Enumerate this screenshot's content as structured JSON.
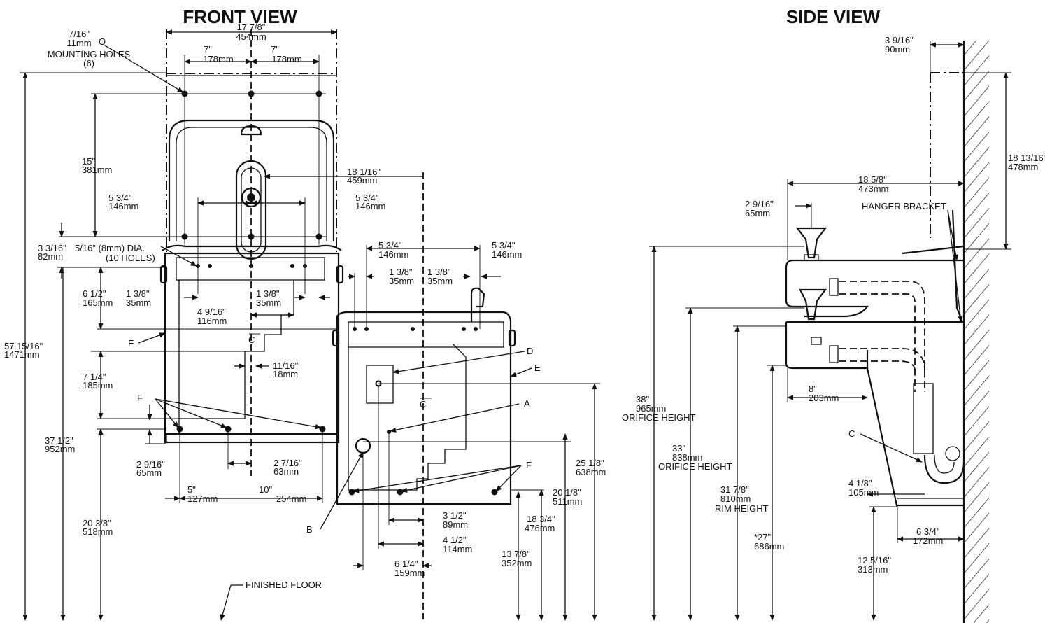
{
  "views": {
    "front_title": "FRONT VIEW",
    "side_title": "SIDE VIEW"
  },
  "front_view": {
    "mounting_holes": [
      "7/16\"",
      "11mm",
      "MOUNTING HOLES",
      "(6)"
    ],
    "width_overall": [
      "17 7/8\"",
      "454mm"
    ],
    "hole_spacing_left": [
      "7\"",
      "178mm"
    ],
    "hole_spacing_right": [
      "7\"",
      "178mm"
    ],
    "height_15": [
      "15\"",
      "381mm"
    ],
    "width_18_1_16": [
      "18 1/16\"",
      "459mm"
    ],
    "offset_left_5_3_4": [
      "5 3/4\"",
      "146mm"
    ],
    "offset_right_5_3_4": [
      "5 3/4\"",
      "146mm"
    ],
    "dim_3_3_16": [
      "3 3/16\"",
      "82mm"
    ],
    "holes_5_16": [
      "5/16\" (8mm) DIA.",
      "(10 HOLES)"
    ],
    "dim_6_1_2": [
      "6 1/2\"",
      "165mm"
    ],
    "dim_1_3_8_a": [
      "1 3/8\"",
      "35mm"
    ],
    "dim_1_3_8_b": [
      "1 3/8\"",
      "35mm"
    ],
    "dim_4_9_16": [
      "4 9/16\"",
      "116mm"
    ],
    "dim_57_15_16": [
      "57 15/16\"",
      "1471mm"
    ],
    "dim_11_16": [
      "11/16\"",
      "18mm"
    ],
    "dim_7_1_4": [
      "7 1/4\"",
      "185mm"
    ],
    "dim_37_1_2": [
      "37 1/2\"",
      "952mm"
    ],
    "dim_2_9_16": [
      "2 9/16\"",
      "65mm"
    ],
    "dim_2_7_16": [
      "2 7/16\"",
      "63mm"
    ],
    "dim_5": [
      "5\"",
      "127mm"
    ],
    "dim_10": [
      "10\"",
      "254mm"
    ],
    "dim_20_3_8": [
      "20 3/8\"",
      "518mm"
    ],
    "dim_lower_5_3_4_a": [
      "5 3/4\"",
      "146mm"
    ],
    "dim_lower_5_3_4_b": [
      "5 3/4\"",
      "146mm"
    ],
    "dim_lower_1_3_8_a": [
      "1 3/8\"",
      "35mm"
    ],
    "dim_lower_1_3_8_b": [
      "1 3/8\"",
      "35mm"
    ],
    "dim_25_1_8": [
      "25 1/8\"",
      "638mm"
    ],
    "dim_20_1_8": [
      "20 1/8\"",
      "511mm"
    ],
    "dim_18_3_4": [
      "18 3/4\"",
      "476mm"
    ],
    "dim_13_7_8": [
      "13 7/8\"",
      "352mm"
    ],
    "dim_3_1_2": [
      "3 1/2\"",
      "89mm"
    ],
    "dim_4_1_2": [
      "4 1/2\"",
      "114mm"
    ],
    "dim_6_1_4": [
      "6 1/4\"",
      "159mm"
    ],
    "finished_floor": "FINISHED FLOOR",
    "centerline": "C",
    "callouts": [
      "A",
      "B",
      "D",
      "E",
      "E",
      "F",
      "F"
    ]
  },
  "side_view": {
    "dim_3_9_16": [
      "3 9/16\"",
      "90mm"
    ],
    "dim_18_13_16": [
      "18 13/16\"",
      "478mm"
    ],
    "dim_18_5_8": [
      "18 5/8\"",
      "473mm"
    ],
    "hanger_bracket": "HANGER BRACKET",
    "dim_2_9_16": [
      "2 9/16\"",
      "65mm"
    ],
    "dim_38": [
      "38\"",
      "965mm",
      "ORIFICE HEIGHT"
    ],
    "dim_33": [
      "33\"",
      "838mm",
      "ORIFICE HEIGHT"
    ],
    "dim_31_7_8": [
      "31 7/8\"",
      "810mm",
      "RIM HEIGHT"
    ],
    "dim_27": [
      "*27\"",
      "686mm"
    ],
    "dim_8": [
      "8\"",
      "203mm"
    ],
    "dim_4_1_8": [
      "4 1/8\"",
      "105mm"
    ],
    "dim_6_3_4": [
      "6 3/4\"",
      "172mm"
    ],
    "dim_12_5_16": [
      "12 5/16\"",
      "313mm"
    ],
    "callout_c": "C"
  }
}
